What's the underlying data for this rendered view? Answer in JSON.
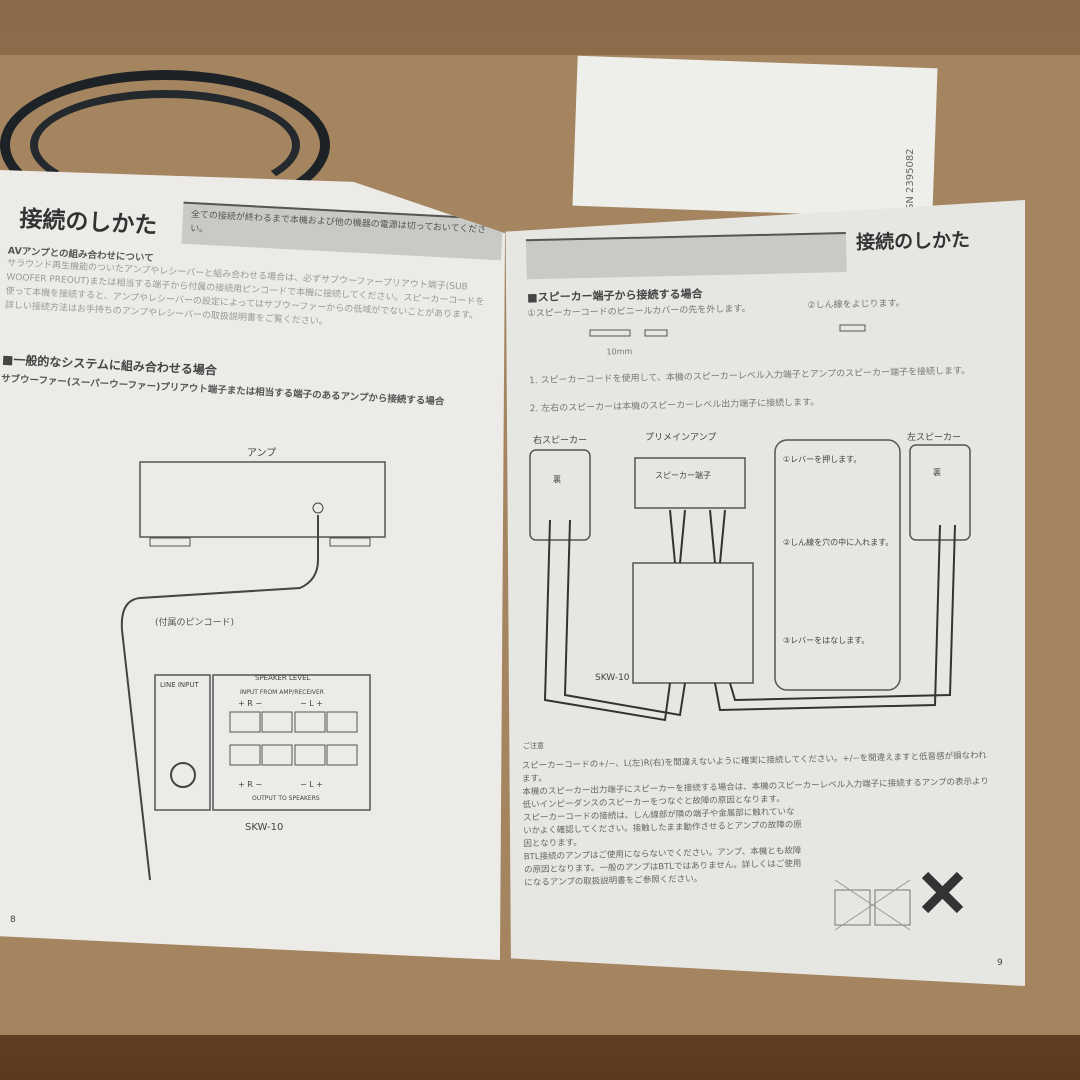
{
  "left_page": {
    "title": "接続のしかた",
    "note": "全ての接続が終わるまで本機および他の機器の電源は切っておいてください。",
    "av_heading": "AVアンプとの組み合わせについて",
    "av_text": "サラウンド再生機能のついたアンプやレシーバーと組み合わせる場合は、必ずサブウーファープリアウト端子(SUB WOOFER PREOUT)または相当する端子から付属の接続用ピンコードで本機に接続してください。スピーカーコードを使って本機を接続すると、アンプやレシーバーの設定によってはサブウーファーからの低域がでないことがあります。詳しい接続方法はお手持ちのアンプやレシーバーの取扱説明書をご覧ください。",
    "section_heading": "■一般的なシステムに組み合わせる場合",
    "section_sub": "サブウーファー(スーパーウーファー)プリアウト端子または相当する端子のあるアンプから接続する場合",
    "amp_label": "アンプ",
    "cord_label": "(付属のピンコード)",
    "line_input": "LINE INPUT",
    "speaker_level": "SPEAKER LEVEL",
    "input_label": "INPUT FROM AMP/RECEIVER",
    "r_label": "+ R −",
    "l_label": "− L +",
    "output_label": "OUTPUT TO SPEAKERS",
    "model": "SKW-10",
    "page_number": "8"
  },
  "right_page": {
    "title": "接続のしかた",
    "section_heading": "■スピーカー端子から接続する場合",
    "step1": "①スピーカーコードのビニールカバーの先を外します。",
    "step2": "②しん線をよじります。",
    "strip_length": "10mm",
    "instr1": "1. スピーカーコードを使用して、本機のスピーカーレベル入力端子とアンプのスピーカー端子を接続します。",
    "instr2": "2. 左右のスピーカーは本機のスピーカーレベル出力端子に接続します。",
    "right_speaker": "右スピーカー",
    "amp": "プリメインアンプ",
    "left_speaker": "左スピーカー",
    "speaker_terminal": "スピーカー端子",
    "back": "裏",
    "lever1": "①レバーを押します。",
    "lever2": "②しん線を穴の中に入れます。",
    "lever3": "③レバーをはなします。",
    "model": "SKW-10",
    "caution_label": "ご注意",
    "cautions": [
      "スピーカーコードの+/−、L(左)R(右)を間違えないように確実に接続してください。+/−を間違えますと低音感が損なわれます。",
      "本機のスピーカー出力端子にスピーカーを接続する場合は、本機のスピーカーレベル入力端子に接続するアンプの表示より低いインピーダンスのスピーカーをつなぐと故障の原因となります。",
      "スピーカーコードの接続は、しん線部が隣の端子や金属部に触れていないかよく確認してください。接触したまま動作させるとアンプの故障の原因となります。",
      "BTL接続のアンプはご使用にならないでください。アンプ、本機とも故障の原因となります。一般のアンプはBTLではありません。詳しくはご使用になるアンプの取扱説明書をご参照ください。"
    ],
    "page_number": "9"
  },
  "background": {
    "serial_text": "SN 2395082"
  }
}
